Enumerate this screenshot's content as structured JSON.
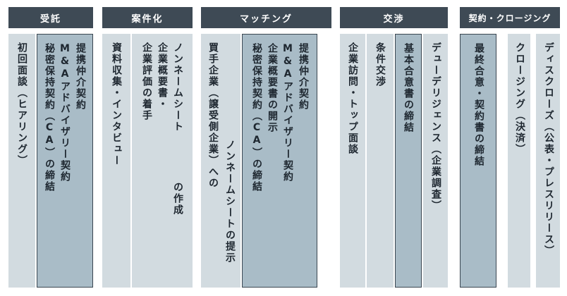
{
  "headers": {
    "juka": "受託",
    "anken": "案件化",
    "matching": "マッチング",
    "kosho": "交渉",
    "keiyaku": "契約・クロージング"
  },
  "columns": {
    "c1": "初回面談（ヒアリング）",
    "c2": "提携仲介契約\nM&Aアドバイザリー契約\n秘密保持契約（CA）の締結",
    "c3": "資料収集・インタビュー",
    "c4": "ノンネームシート\n企業概要書・\n企業評価の着手",
    "c4_tail": "の作成",
    "c5": "買手企業（譲受側企業）への",
    "c5_head": "ノンネームシートの提示",
    "c6": "提携仲介契約\nM&Aアドバイザリー契約\n企業概要書の開示\n秘密保持契約（CA）の締結",
    "c7": "企業訪問・トップ面談",
    "c8": "条件交渉",
    "c9": "基本合意書の締結",
    "c10": "デューデリジェンス（企業調査）",
    "c11": "最終合意・契約書の締結",
    "c12": "クロージング（決済）",
    "c13": "ディスクローズ（公表・プレスリリース）"
  }
}
